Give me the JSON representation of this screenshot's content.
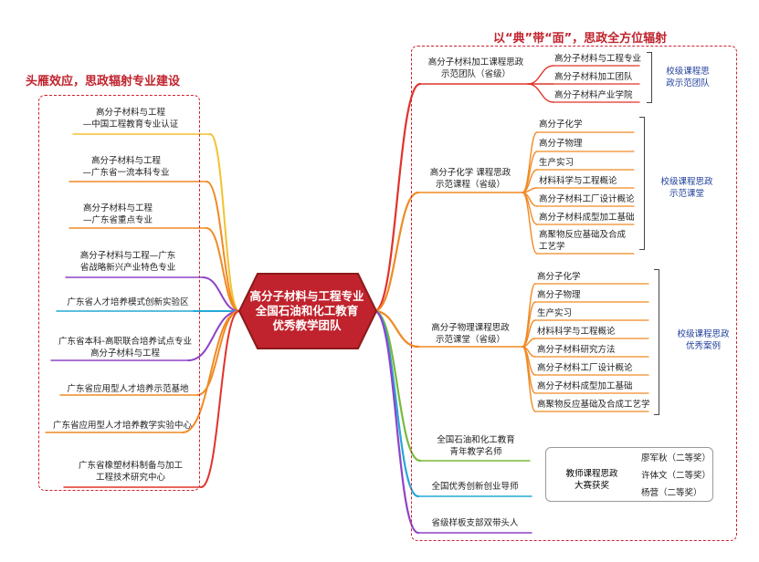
{
  "left_title": "头雁效应，思政辐射专业建设",
  "right_title": "以“典”带“面”，思政全方位辐射",
  "center": [
    "高分子材料与工程专业",
    "全国石油和化工教育",
    "优秀教学团队"
  ],
  "left_items": [
    [
      "高分子材料与工程",
      "—中国工程教育专业认证"
    ],
    [
      "高分子材料与工程",
      "—广东省一流本科专业"
    ],
    [
      "高分子材料与工程",
      "—广东省重点专业"
    ],
    [
      "高分子材料与工程—广东",
      "省战略新兴产业特色专业"
    ],
    [
      "广东省人才培养模式创新实验区"
    ],
    [
      "广东省本科-高职联合培养试点专业",
      "高分子材料与工程"
    ],
    [
      "广东省应用型人才培养示范基地"
    ],
    [
      "广东省应用型人才培养教学实验中心"
    ],
    [
      "广东省橡塑材料制备与加工",
      "工程技术研究中心"
    ]
  ],
  "group1": {
    "title": [
      "高分子材料加工课程思政",
      "示范团队（省级）"
    ],
    "items": [
      "高分子材料与工程专业",
      "高分子材料加工团队",
      "高分子材料产业学院"
    ],
    "category": [
      "校级课程思",
      "政示范团队"
    ]
  },
  "group2": {
    "title": [
      "高分子化学 课程思政",
      "示范课程（省级）"
    ],
    "items": [
      "高分子化学",
      "高分子物理",
      "生产实习",
      "材料科学与工程概论",
      "高分子材料工厂设计概论",
      "高分子材料成型加工基础",
      "高聚物反应基础及合成\n工艺学"
    ],
    "category": [
      "校级课程思政",
      "示范课堂"
    ]
  },
  "group3": {
    "title": [
      "高分子物理课程思政",
      "示范课堂（省级）"
    ],
    "items": [
      "高分子化学",
      "高分子物理",
      "生产实习",
      "材料科学与工程概论",
      "高分子材料研究方法",
      "高分子材料工厂设计概论",
      "高分子材料成型加工基础",
      "高聚物反应基础及合成工艺学"
    ],
    "category": [
      "校级课程思政",
      "优秀案例"
    ]
  },
  "bottom_items": [
    [
      "全国石油和化工教育",
      "青年教学名师"
    ],
    [
      "全国优秀创新创业导师"
    ],
    [
      "省级样板支部双带头人"
    ]
  ],
  "award": {
    "title": [
      "教师课程思政",
      "大赛获奖"
    ],
    "people": [
      "廖军秋（二等奖）",
      "许体文（二等奖）",
      "杨营（二等奖）"
    ]
  },
  "colors": {
    "red": "#c0232d",
    "hex_fill": "#c0232d",
    "hex_stroke": "#8a1a1a",
    "branch_orange": "#f08a24",
    "branch_red": "#e0332b",
    "branch_green": "#7ab83a",
    "branch_cyan": "#25a9d6",
    "branch_purple": "#8e44c8",
    "branch_yellow": "#f2c230"
  }
}
